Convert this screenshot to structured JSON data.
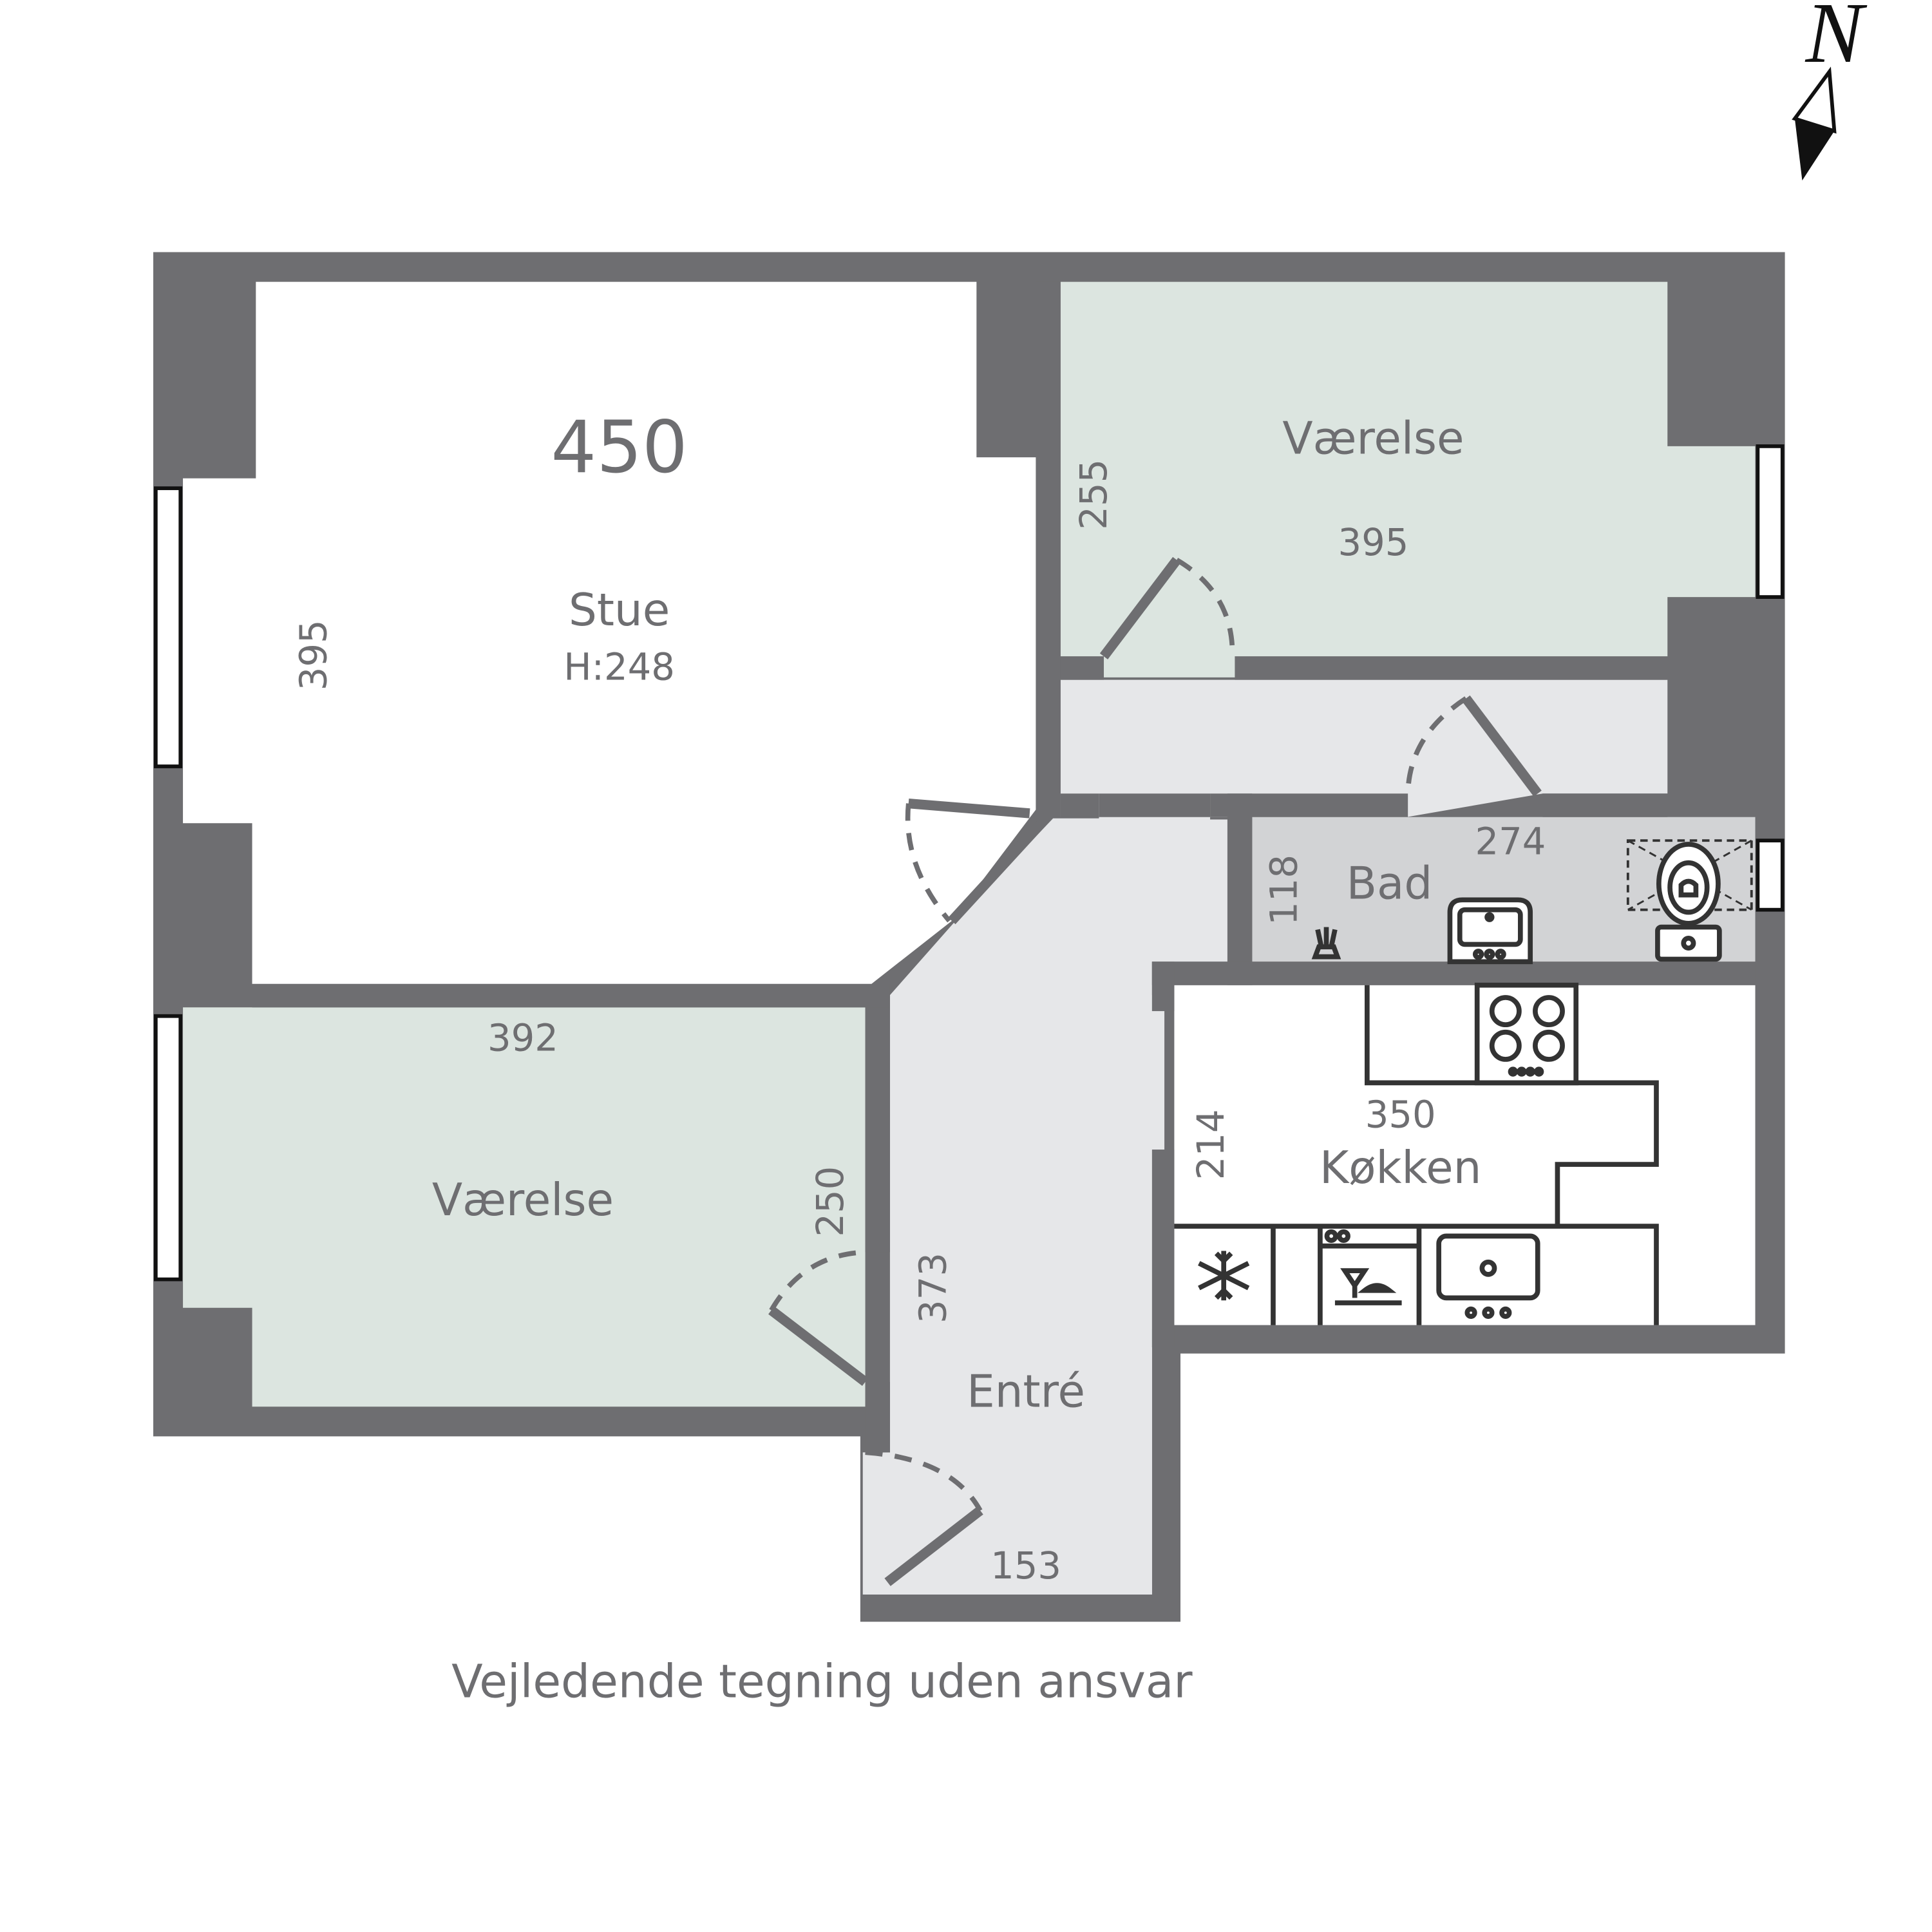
{
  "rooms": {
    "stue": {
      "name": "Stue",
      "height_label": "H:248",
      "dim_width": "450",
      "dim_depth": "395"
    },
    "vaerelse_ne": {
      "name": "Værelse",
      "dim_width": "395",
      "dim_depth": "255"
    },
    "vaerelse_sw": {
      "name": "Værelse",
      "dim_width": "392",
      "dim_depth": "250"
    },
    "bad": {
      "name": "Bad",
      "dim_width": "274",
      "dim_depth": "118"
    },
    "koekken": {
      "name": "Køkken",
      "dim_width": "350",
      "dim_depth": "214"
    },
    "entre": {
      "name": "Entré",
      "dim_depth": "373",
      "dim_width": "153"
    }
  },
  "compass": {
    "label": "N"
  },
  "disclaimer": "Vejledende tegning uden ansvar",
  "colors": {
    "wall": "#6e6e71",
    "bedroom_fill": "#dce5e0",
    "hall_fill": "#e6e7e9",
    "bath_fill": "#d2d3d5",
    "living_fill": "#ffffff",
    "kitchen_fill": "#ffffff"
  },
  "icons": [
    "compass-arrow-icon",
    "toilet-icon",
    "washbasin-icon",
    "shower-icon",
    "hob-icon",
    "kitchen-sink-icon",
    "fridge-icon",
    "dishwasher-icon"
  ]
}
